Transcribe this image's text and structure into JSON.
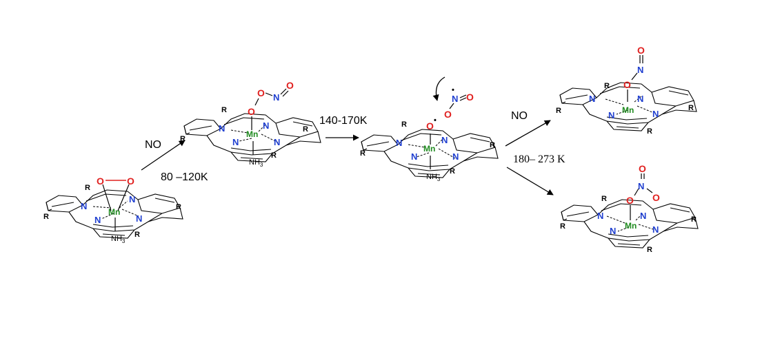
{
  "atoms": {
    "metal": "Mn",
    "nitrogen": "N",
    "oxygen": "O",
    "substituent": "R",
    "ligand_main": "NH",
    "ligand_sub": "3",
    "radical_dot": "•"
  },
  "conditions": {
    "step1_reagent": "NO",
    "step1_temp": "80 –120K",
    "step2_temp": "140-170K",
    "step3_reagent": "NO",
    "step3_temp": "180– 273 K"
  },
  "colors": {
    "nitrogen": "#1f3fd0",
    "metal": "#1e8a1e",
    "oxygen": "#e0201f",
    "bond": "#000000"
  }
}
